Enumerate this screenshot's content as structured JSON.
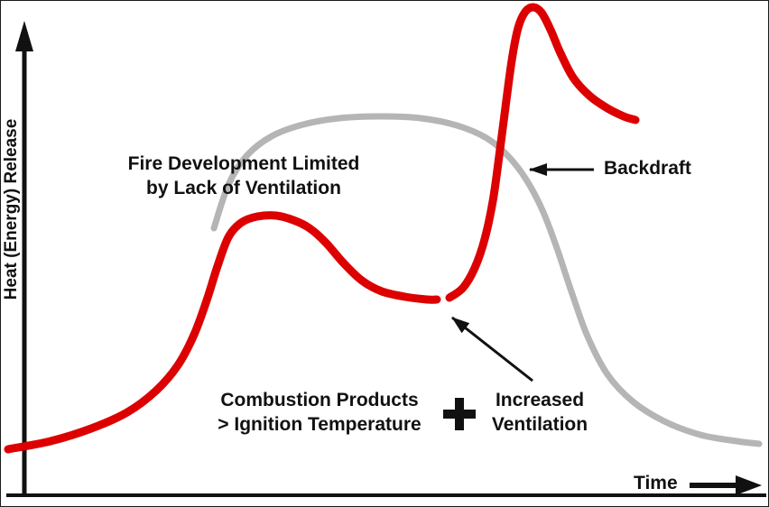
{
  "figure": {
    "background": "#ffffff",
    "border_color": "#1a1a1a",
    "red_curve_color": "#dd0000",
    "gray_curve_color": "#b5b5b5",
    "text_color": "#111111"
  },
  "axes": {
    "y_label": "Heat (Energy) Release",
    "x_label": "Time"
  },
  "annotations": {
    "ventilation_limited": {
      "line1": "Fire Development Limited",
      "line2": "by Lack of Ventilation"
    },
    "backdraft": {
      "label": "Backdraft"
    },
    "combustion": {
      "line1": "Combustion Products",
      "line2": "> Ignition Temperature"
    },
    "plus_sign": "+",
    "increased": {
      "line1": "Increased",
      "line2": "Ventilation"
    }
  },
  "chart_data": {
    "type": "line",
    "title": "",
    "xlabel": "Time",
    "ylabel": "Heat (Energy) Release",
    "x_axis": "qualitative, no tick labels, arrow to the right",
    "y_axis": "qualitative, no tick labels, arrow pointing up",
    "grid": false,
    "legend": false,
    "coordinate_units": "canvas pixels, 852x562, y increases downward",
    "series": [
      {
        "name": "unrestricted-fire-development-curve",
        "color": "#b5b5b5",
        "stroke_width": 7,
        "segments": [
          [
            [
              236,
              252
            ],
            [
              252,
              204
            ],
            [
              272,
              172
            ],
            [
              300,
              150
            ],
            [
              335,
              137
            ],
            [
              375,
              130
            ],
            [
              420,
              128
            ],
            [
              465,
              130
            ],
            [
              505,
              138
            ],
            [
              538,
              152
            ],
            [
              562,
              172
            ],
            [
              582,
              198
            ],
            [
              600,
              232
            ],
            [
              616,
              274
            ],
            [
              632,
              322
            ],
            [
              650,
              372
            ],
            [
              672,
              414
            ],
            [
              700,
              444
            ],
            [
              735,
              466
            ],
            [
              775,
              481
            ],
            [
              815,
              488
            ],
            [
              840,
              491
            ]
          ]
        ]
      },
      {
        "name": "ventilation-limited-fire-with-backdraft-curve",
        "color": "#dd0000",
        "stroke_width": 9,
        "segments": [
          [
            [
              8,
              497
            ],
            [
              55,
              488
            ],
            [
              100,
              474
            ],
            [
              140,
              456
            ],
            [
              172,
              432
            ],
            [
              196,
              404
            ],
            [
              214,
              370
            ],
            [
              228,
              332
            ],
            [
              240,
              294
            ],
            [
              252,
              262
            ],
            [
              266,
              246
            ],
            [
              284,
              239
            ],
            [
              305,
              238
            ],
            [
              324,
              243
            ],
            [
              342,
              252
            ],
            [
              360,
              268
            ],
            [
              380,
              291
            ],
            [
              400,
              310
            ],
            [
              422,
              322
            ],
            [
              448,
              328
            ],
            [
              472,
              331
            ],
            [
              483,
              331
            ]
          ],
          [
            [
              497,
              329
            ],
            [
              512,
              318
            ],
            [
              525,
              296
            ],
            [
              536,
              264
            ],
            [
              545,
              222
            ],
            [
              552,
              172
            ],
            [
              559,
              118
            ],
            [
              566,
              66
            ],
            [
              573,
              30
            ],
            [
              581,
              12
            ],
            [
              590,
              7
            ],
            [
              599,
              13
            ],
            [
              609,
              32
            ],
            [
              620,
              58
            ],
            [
              634,
              85
            ],
            [
              652,
              105
            ],
            [
              672,
              119
            ],
            [
              690,
              128
            ],
            [
              703,
              132
            ]
          ]
        ],
        "gap": "curve breaks near x=490 where increased ventilation meets hot combustion products"
      }
    ],
    "arrows": [
      {
        "name": "backdraft-arrow",
        "from": [
          657,
          187
        ],
        "to": [
          586,
          187
        ]
      },
      {
        "name": "increased-ventilation-arrow",
        "from": [
          589,
          421
        ],
        "to": [
          500,
          351
        ]
      }
    ],
    "axis_geometry": {
      "x_axis_line": {
        "from": [
          6,
          548
        ],
        "to": [
          848,
          548
        ],
        "width": 4
      },
      "y_axis_line": {
        "from": [
          26,
          548
        ],
        "to": [
          26,
          52
        ],
        "width": 5
      },
      "y_axis_arrowhead": "26,22 16,56 36,56",
      "time_arrow_line": {
        "from": [
          763,
          537
        ],
        "to": [
          816,
          537
        ],
        "width": 6
      },
      "time_arrowhead": "843,537 814,526 814,548"
    },
    "annotations_text": [
      "Fire Development Limited by Lack of Ventilation",
      "Backdraft",
      "Combustion Products > Ignition Temperature",
      "+",
      "Increased Ventilation"
    ]
  }
}
